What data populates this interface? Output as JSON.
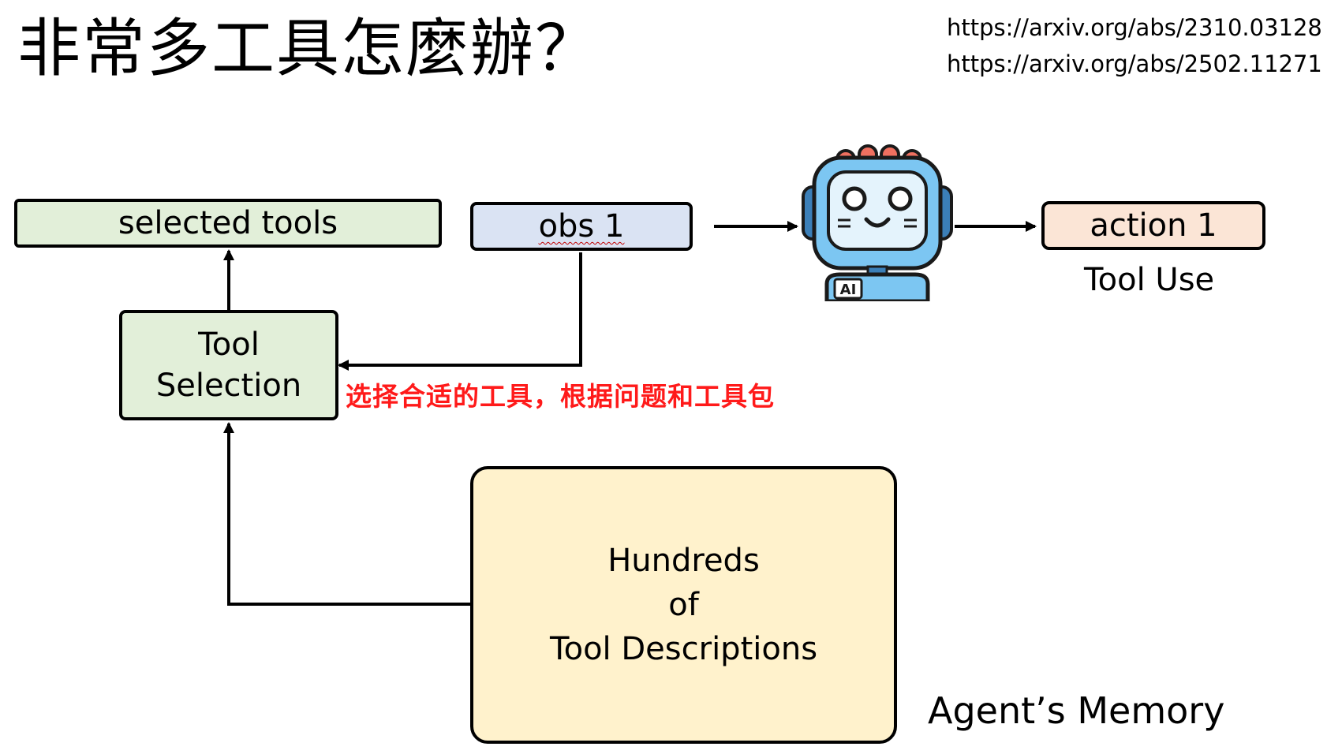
{
  "title": "非常多工具怎麼辦？",
  "references": [
    "https://arxiv.org/abs/2310.03128",
    "https://arxiv.org/abs/2502.11271"
  ],
  "nodes": {
    "selected_tools": "selected tools",
    "obs": "obs 1",
    "action": "action 1",
    "tool_use": "Tool Use",
    "tool_selection_line1": "Tool",
    "tool_selection_line2": "Selection",
    "descriptions_line1": "Hundreds",
    "descriptions_line2": "of",
    "descriptions_line3": "Tool Descriptions",
    "memory": "Agent’s Memory",
    "robot_badge": "AI"
  },
  "annotation": "选择合适的工具，根据问题和工具包",
  "colors": {
    "selected_tools_fill": "#e2efd9",
    "obs_fill": "#dae3f3",
    "action_fill": "#fbe5d6",
    "descriptions_fill": "#fff2cc",
    "annotation_text": "#ff1a1a",
    "robot_body": "#7cc6f2",
    "robot_dark": "#3b7fb8",
    "robot_antenna": "#f07060"
  }
}
